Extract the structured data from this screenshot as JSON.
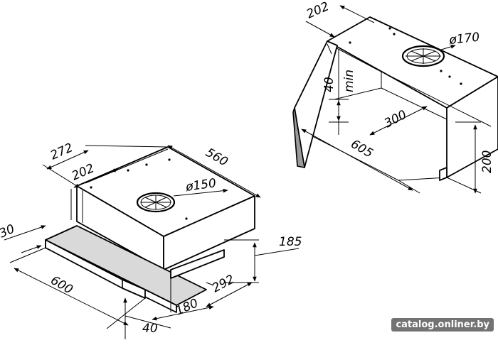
{
  "left_drawing": {
    "dim_top_depth": "272",
    "dim_inner_depth": "202",
    "dim_length": "560",
    "dim_duct": "ø150",
    "dim_front_height": "30",
    "dim_height": "185",
    "dim_width": "600",
    "dim_depth": "292",
    "dim_panel_depth": "180",
    "dim_panel_thickness": "40"
  },
  "right_drawing": {
    "dim_depth": "202",
    "dim_duct": "ø170",
    "dim_min_gap": "40",
    "dim_min_label": "min",
    "dim_inner_depth": "300",
    "dim_width": "605",
    "dim_height": "200"
  },
  "watermark": "catalog.onliner.by"
}
